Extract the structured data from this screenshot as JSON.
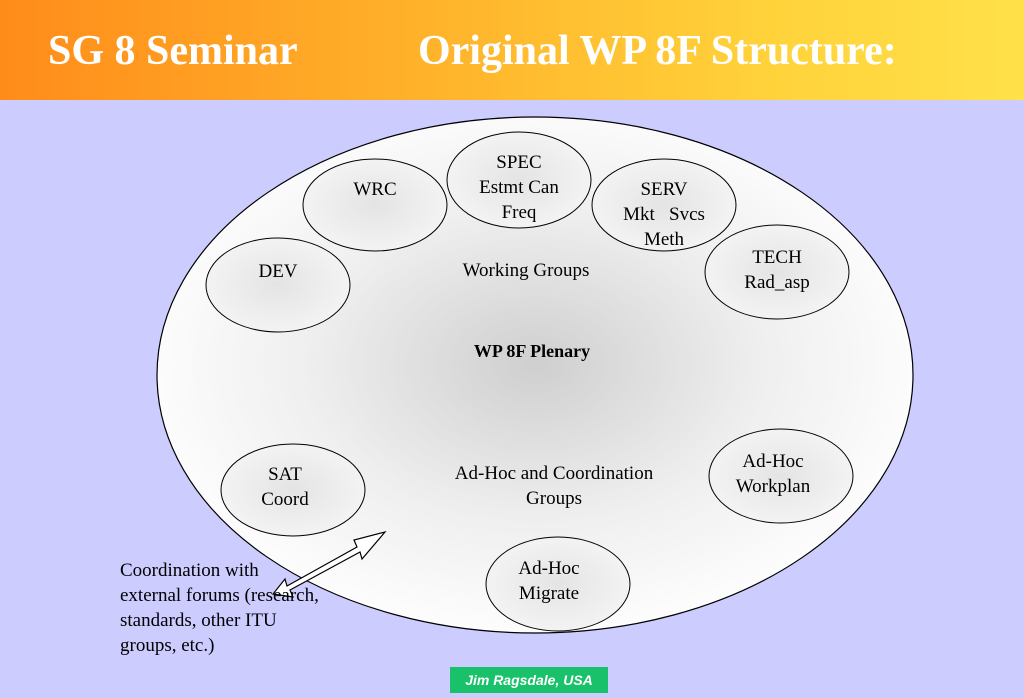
{
  "header": {
    "title_left": "SG 8 Seminar",
    "title_right": "Original WP 8F Structure:"
  },
  "plenary": {
    "label": "WP 8F Plenary",
    "working_groups_label": "Working Groups",
    "adhoc_groups_label_line1": "Ad-Hoc and Coordination",
    "adhoc_groups_label_line2": "Groups"
  },
  "groups": {
    "spec": [
      "SPEC",
      "Estmt Can",
      "Freq"
    ],
    "wrc": [
      "WRC"
    ],
    "serv": [
      "SERV",
      "Mkt   Svcs",
      "Meth"
    ],
    "tech": [
      "TECH",
      "Rad_asp"
    ],
    "dev": [
      "DEV"
    ],
    "sat": [
      "SAT",
      "Coord"
    ],
    "workplan": [
      "Ad-Hoc",
      "Workplan"
    ],
    "migrate": [
      "Ad-Hoc",
      "Migrate"
    ]
  },
  "note": {
    "line1": "Coordination with",
    "line2": "external forums (research,",
    "line3": "standards, other ITU",
    "line4": "groups, etc.)"
  },
  "footer": {
    "author": "Jim Ragsdale, USA"
  }
}
